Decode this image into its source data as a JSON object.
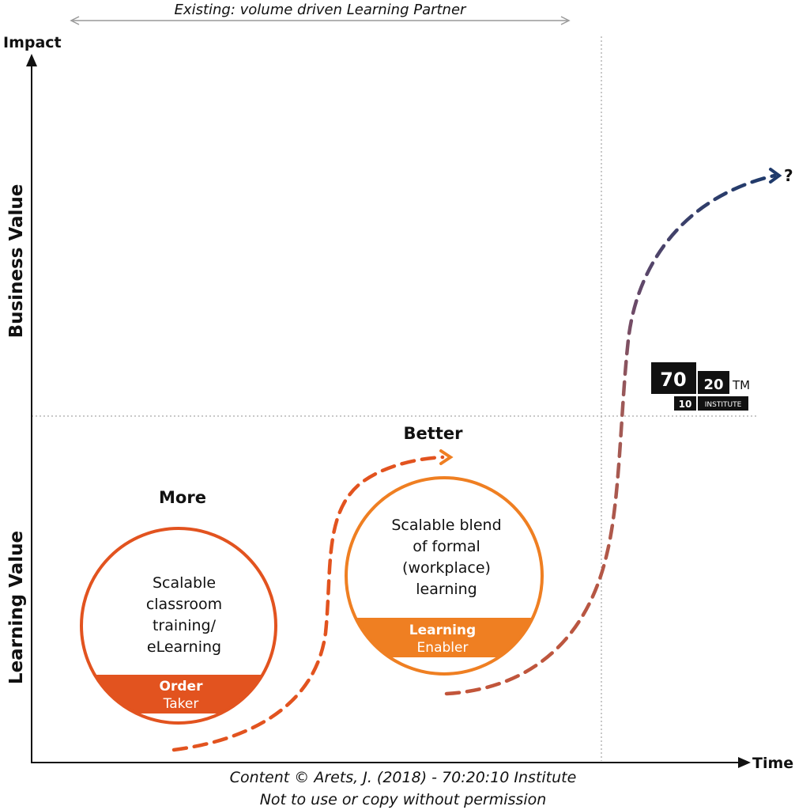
{
  "header": {
    "range_label": "Existing: volume driven Learning Partner"
  },
  "axes": {
    "y_label": "Impact",
    "x_label": "Time",
    "upper_band_label": "Business Value",
    "lower_band_label": "Learning Value"
  },
  "stages": [
    {
      "heading": "More",
      "body_lines": [
        "Scalable",
        "classroom",
        "training/",
        "eLearning"
      ],
      "role_line1": "Order",
      "role_line2": "Taker",
      "color": "#e2531f"
    },
    {
      "heading": "Better",
      "body_lines": [
        "Scalable blend",
        "of formal",
        "(workplace)",
        "learning"
      ],
      "role_line1": "Learning",
      "role_line2": "Enabler",
      "color": "#ef7f22"
    }
  ],
  "future_marker": "?",
  "logo": {
    "seventy": "70",
    "twenty": "20",
    "ten": "10",
    "institute": "INSTITUTE",
    "tm": "TM"
  },
  "footer": {
    "copyright": "Content © Arets, J. (2018) - 70:20:10 Institute",
    "notice": "Not to use or copy without permission"
  },
  "colors": {
    "axis": "#111111",
    "order_taker": "#e2531f",
    "learning_enabler": "#ef7f22",
    "s_curve_low": "#a8574f",
    "s_curve_high": "#1f3a6b",
    "guide": "#b5b5b5"
  }
}
